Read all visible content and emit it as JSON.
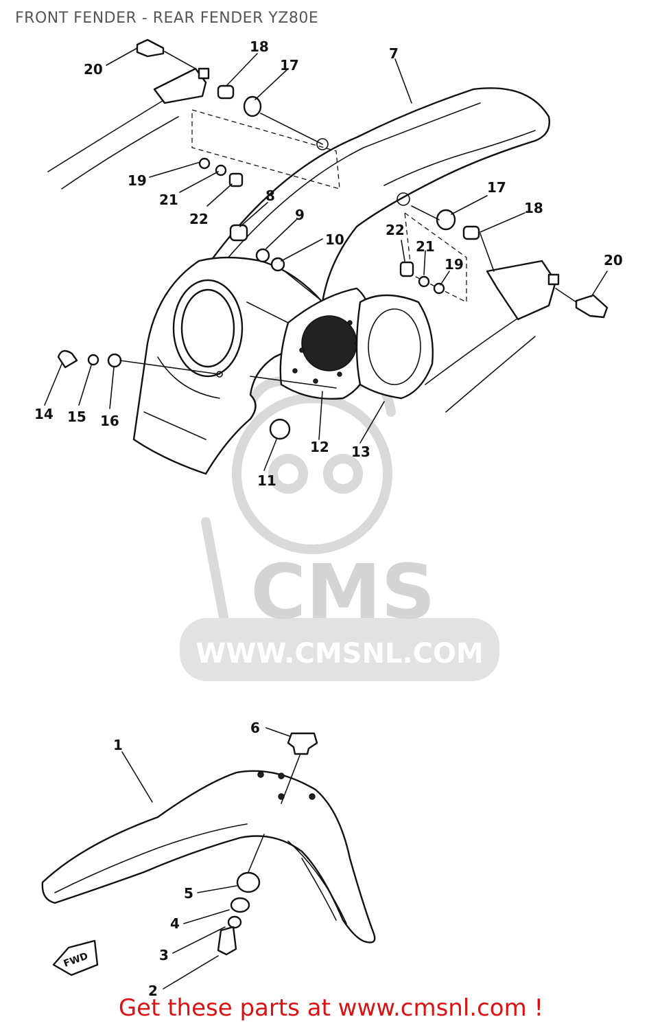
{
  "title": "FRONT FENDER - REAR FENDER YZ80E",
  "footer": "Get these parts at www.cmsnl.com !",
  "watermark": {
    "brand": "CMS",
    "url": "WWW.CMSNL.COM"
  },
  "fwd_label": "FWD",
  "colors": {
    "title": "#555555",
    "footer": "#dd1111",
    "line": "#111111",
    "watermark": "#d4d4d4"
  },
  "callouts": {
    "c1": "1",
    "c2": "2",
    "c3": "3",
    "c4": "4",
    "c5": "5",
    "c6": "6",
    "c7": "7",
    "c8": "8",
    "c9": "9",
    "c10": "10",
    "c11": "11",
    "c12": "12",
    "c13": "13",
    "c14": "14",
    "c15": "15",
    "c16": "16",
    "c17a": "17",
    "c17b": "17",
    "c18a": "18",
    "c18b": "18",
    "c19a": "19",
    "c19b": "19",
    "c20a": "20",
    "c20b": "20",
    "c21a": "21",
    "c21b": "21",
    "c22a": "22",
    "c22b": "22"
  }
}
